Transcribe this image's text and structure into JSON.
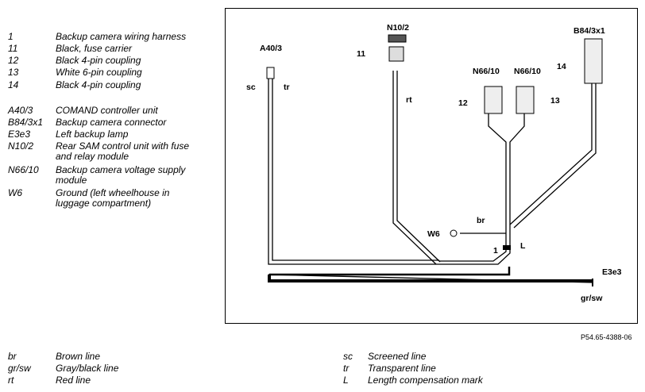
{
  "components": [
    {
      "key": "1",
      "desc": "Backup camera wiring harness"
    },
    {
      "key": "11",
      "desc": "Black, fuse carrier"
    },
    {
      "key": "12",
      "desc": "Black 4-pin coupling"
    },
    {
      "key": "13",
      "desc": "White 6-pin coupling"
    },
    {
      "key": "14",
      "desc": "Black 4-pin coupling"
    }
  ],
  "units": [
    {
      "key": "A40/3",
      "desc": "COMAND controller unit"
    },
    {
      "key": "B84/3x1",
      "desc": "Backup camera connector"
    },
    {
      "key": "E3e3",
      "desc": "Left backup lamp"
    },
    {
      "key": "N10/2",
      "desc": "Rear SAM control unit with fuse",
      "desc2": "and relay module"
    },
    {
      "key": "N66/10",
      "desc": "Backup camera voltage supply",
      "desc2": "module"
    },
    {
      "key": "W6",
      "desc": "Ground (left wheelhouse in",
      "desc2": "luggage compartment)"
    }
  ],
  "wire_codes_left": [
    {
      "key": "br",
      "desc": "Brown line"
    },
    {
      "key": "gr/sw",
      "desc": "Gray/black line"
    },
    {
      "key": "rt",
      "desc": "Red line"
    }
  ],
  "wire_codes_right": [
    {
      "key": "sc",
      "desc": "Screened line"
    },
    {
      "key": "tr",
      "desc": "Transparent line"
    },
    {
      "key": "L",
      "desc": "Length compensation mark"
    }
  ],
  "diagram_labels": {
    "a40": "A40/3",
    "sc": "sc",
    "tr": "tr",
    "n102": "N10/2",
    "n11": "11",
    "rt": "rt",
    "n66a": "N66/10",
    "n66b": "N66/10",
    "n12": "12",
    "n13": "13",
    "b84": "B84/3x1",
    "n14": "14",
    "w6": "W6",
    "br": "br",
    "n1": "1",
    "L": "L",
    "e3e3": "E3e3",
    "grsw": "gr/sw"
  },
  "figure_number": "P54.65-4388-06"
}
